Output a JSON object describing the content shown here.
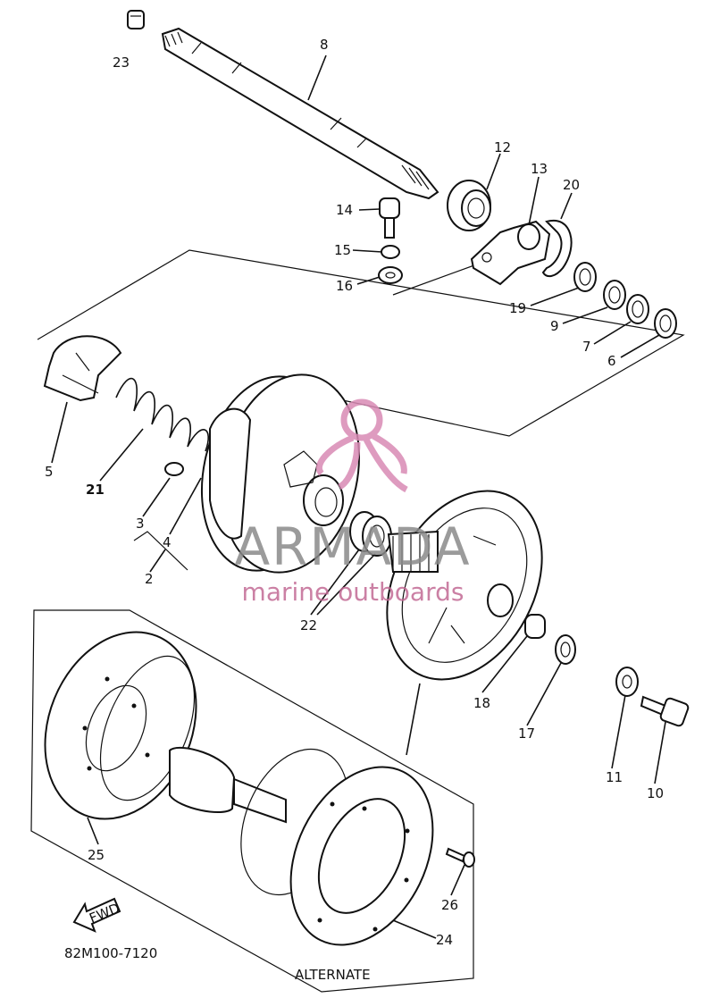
{
  "diagram": {
    "part_numbers": [
      "23",
      "8",
      "12",
      "13",
      "20",
      "14",
      "15",
      "16",
      "19",
      "9",
      "7",
      "6",
      "5",
      "21",
      "3",
      "4",
      "2",
      "22",
      "18",
      "17",
      "11",
      "10",
      "25",
      "26",
      "24"
    ],
    "fwd_label": "FWD",
    "drawing_code": "82M100-7120",
    "alternate_label": "ALTERNATE"
  },
  "watermark": {
    "brand": "ARMADA",
    "tagline": "marine outboards",
    "accent_color": "#d98ab5"
  }
}
